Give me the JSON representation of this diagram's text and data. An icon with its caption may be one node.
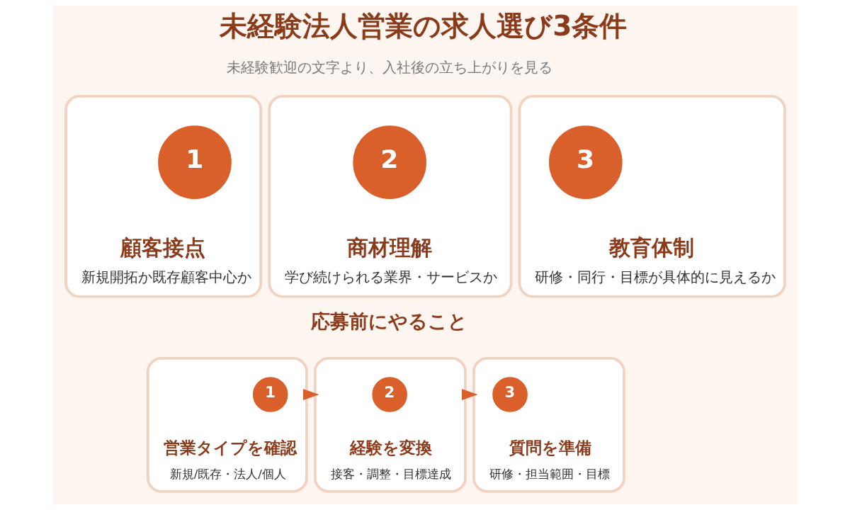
{
  "diagram": {
    "title": "未経験法人営業の求人選び3条件",
    "nodes": [
      {
        "text": [
          "顧客接点",
          "新規開拓か既存顧客中心か"
        ]
      },
      {
        "text": [
          "1"
        ],
        "in": 0
      },
      {
        "text": [
          "商材理解",
          "学び続けられる業界・サービスか"
        ]
      },
      {
        "text": [
          "2"
        ],
        "in": 2
      },
      {
        "text": [
          "教育体制",
          "研修・同行・目標が具体的に見えるか"
        ]
      },
      {
        "text": [
          "3"
        ],
        "in": 4
      },
      {
        "text": [
          "営業タイプを確認",
          "新規/既存・法人/個人"
        ]
      },
      {
        "text": [
          "1"
        ],
        "in": 6
      },
      {
        "text": [
          "経験を変換",
          "接客・調整・目標達成"
        ]
      },
      {
        "text": [
          "2"
        ],
        "in": 8
      },
      {
        "text": [
          "質問を準備",
          "研修・担当範囲・目標"
        ]
      },
      {
        "text": [
          "3"
        ],
        "in": 10
      }
    ],
    "edges": [
      {
        "from": 6,
        "to": 8,
        "arrow": "to"
      },
      {
        "from": 8,
        "to": 10,
        "arrow": "to"
      }
    ],
    "labels": [
      "未経験歓迎の文字より、入社後の立ち上がりを見る",
      "応募前にやること"
    ]
  }
}
